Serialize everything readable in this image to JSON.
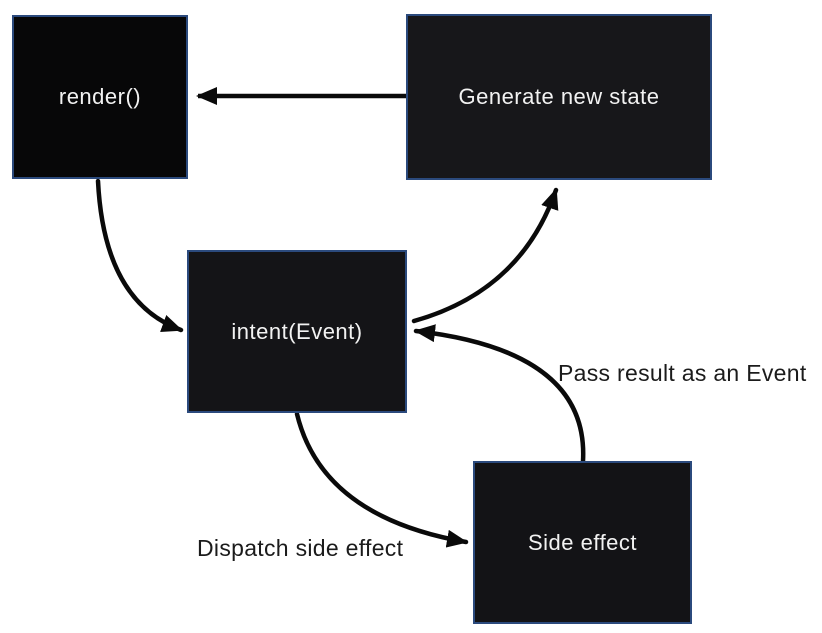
{
  "diagram": {
    "background_color": "#ffffff",
    "node_border_color": "#2b4a7d",
    "node_text_color": "#f2f2f2",
    "arrow_color": "#0a0a0a",
    "edge_label_color": "#1b1b1b",
    "nodes": [
      {
        "id": "render",
        "label": "render()"
      },
      {
        "id": "generate-new-state",
        "label": "Generate new state"
      },
      {
        "id": "intent-event",
        "label": "intent(Event)"
      },
      {
        "id": "side-effect",
        "label": "Side effect"
      }
    ],
    "edges": [
      {
        "from": "generate-new-state",
        "to": "render",
        "label": ""
      },
      {
        "from": "render",
        "to": "intent-event",
        "label": ""
      },
      {
        "from": "intent-event",
        "to": "generate-new-state",
        "label": ""
      },
      {
        "from": "side-effect",
        "to": "intent-event",
        "label": "Pass result as an Event"
      },
      {
        "from": "intent-event",
        "to": "side-effect",
        "label": "Dispatch side effect"
      }
    ],
    "edge_labels": {
      "pass_result": "Pass result as an Event",
      "dispatch": "Dispatch side effect"
    }
  }
}
